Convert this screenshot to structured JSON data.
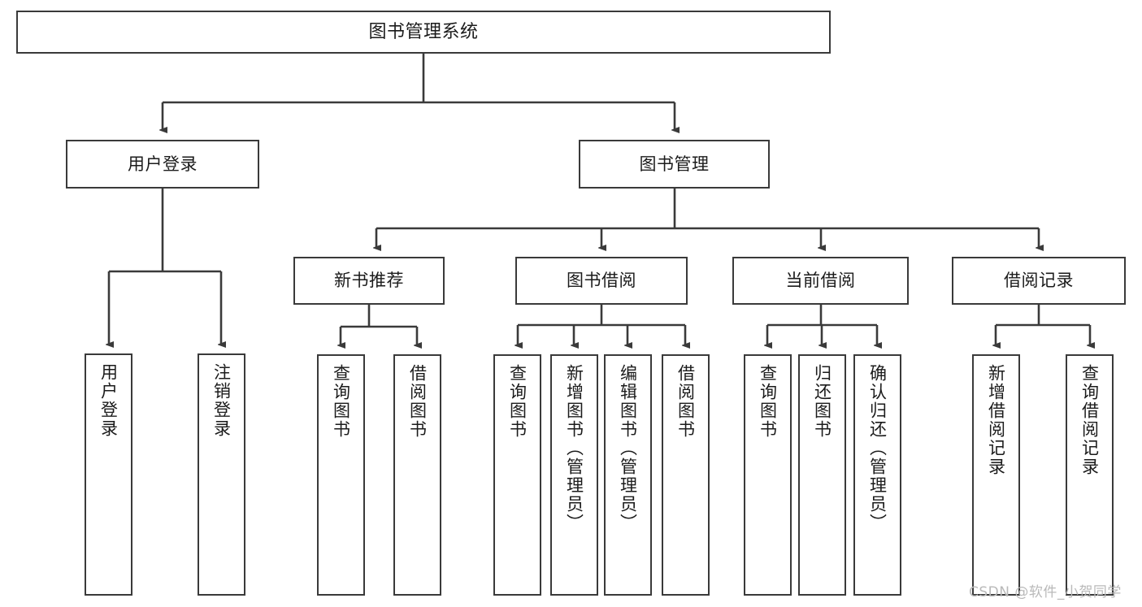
{
  "diagram": {
    "title": "图书管理系统",
    "watermark": "CSDN @软件_小贺同学",
    "line_color": "#3a3a3a",
    "box_fill": "#ffffff",
    "text_color": "#1b1b1b",
    "watermark_color": "#b9b9b9"
  },
  "nodes": {
    "root": {
      "label": "图书管理系统"
    },
    "level2": [
      {
        "label": "用户登录"
      },
      {
        "label": "图书管理"
      }
    ],
    "level3": [
      {
        "label": "新书推荐"
      },
      {
        "label": "图书借阅"
      },
      {
        "label": "当前借阅"
      },
      {
        "label": "借阅记录"
      }
    ],
    "leaves": {
      "user_login": [
        {
          "label": "用户登录"
        },
        {
          "label": "注销登录"
        }
      ],
      "new_book": [
        {
          "label": "查询图书"
        },
        {
          "label": "借阅图书"
        }
      ],
      "book_borrow": [
        {
          "label": "查询图书"
        },
        {
          "label": "新增图书（管理员）"
        },
        {
          "label": "编辑图书（管理员）"
        },
        {
          "label": "借阅图书"
        }
      ],
      "current_borrow": [
        {
          "label": "查询图书"
        },
        {
          "label": "归还图书"
        },
        {
          "label": "确认归还（管理员）"
        }
      ],
      "borrow_record": [
        {
          "label": "新增借阅记录"
        },
        {
          "label": "查询借阅记录"
        }
      ]
    }
  }
}
